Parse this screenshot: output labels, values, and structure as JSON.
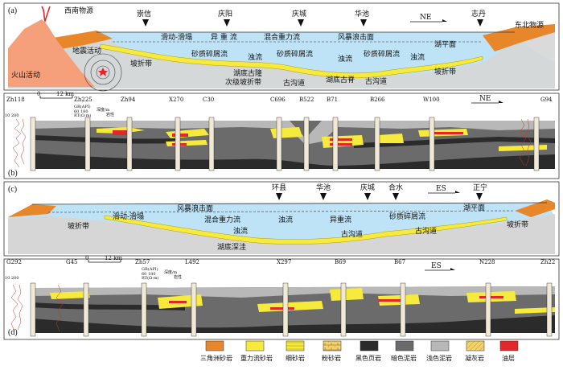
{
  "panel_a": {
    "tag": "(a)",
    "source_sw": "西南物源",
    "source_ne": "东北物源",
    "earthquake": "地震活动",
    "volcano": "火山活动",
    "direction": "NE",
    "towns": [
      "崇信",
      "庆阳",
      "庆城",
      "华池",
      "志丹"
    ],
    "labels": [
      "滑动-滑塌",
      "异 重 流",
      "混合重力流",
      "风暴浪击面",
      "湖平面",
      "砂质碎屑流",
      "砂质碎屑流",
      "浊流",
      "浊流",
      "浊流",
      "砂质碎屑流",
      "坡折带",
      "湖底古隆",
      "次级坡折带",
      "古沟道",
      "湖底古脊",
      "古沟道",
      "坡折带"
    ]
  },
  "panel_b": {
    "tag": "(b)",
    "direction": "NE",
    "scale": "12 km",
    "scale_zero": "0",
    "wells": [
      "Zh118",
      "Zh225",
      "Zh94",
      "X270",
      "C30",
      "C696",
      "B522",
      "B71",
      "B266",
      "W100",
      "G94"
    ],
    "header_gr": "GR(API)",
    "header_rt": "RT(Ω·m)",
    "header_depth": "深度/m",
    "header_lith": "岩性",
    "header_vals_gr": "60  180",
    "header_vals_rt": "10  200"
  },
  "panel_c": {
    "tag": "(c)",
    "direction": "ES",
    "towns": [
      "环县",
      "华池",
      "庆城",
      "合水",
      "正宁"
    ],
    "labels": [
      "风暴浪击面",
      "湖平面",
      "滑动-滑塌",
      "混合重力流",
      "浊流",
      "异重流",
      "砂质碎屑流",
      "浊流",
      "坡折带",
      "古沟道",
      "古沟道",
      "湖底深洼",
      "坡折带"
    ]
  },
  "panel_d": {
    "tag": "(d)",
    "direction": "ES",
    "scale": "12 km",
    "scale_zero": "0",
    "wells": [
      "G292",
      "G45",
      "Zh57",
      "L492",
      "X297",
      "B69",
      "B67",
      "N228",
      "Zh22"
    ],
    "header_gr": "GR(API)",
    "header_rt": "RT(Ω·m)",
    "header_depth": "深度/m",
    "header_lith": "岩性",
    "header_vals_gr": "60  180",
    "header_vals_rt": "10  200"
  },
  "legend": {
    "items": [
      {
        "label": "三角洲砂岩",
        "color": "#e8862a"
      },
      {
        "label": "重力流砂岩",
        "color": "#f6ea3c"
      },
      {
        "label": "细砂岩",
        "color": "#f2c43a"
      },
      {
        "label": "粉砂岩",
        "color": "#e9c25a"
      },
      {
        "label": "黑色页岩",
        "color": "#2b2b2b"
      },
      {
        "label": "暗色泥岩",
        "color": "#6b6b6b"
      },
      {
        "label": "浅色泥岩",
        "color": "#b8b8b8"
      },
      {
        "label": "凝灰岩",
        "color": "#d9c7a7"
      },
      {
        "label": "油层",
        "color": "#e2262a"
      }
    ]
  },
  "colors": {
    "lake": "#bfe3f6",
    "delta": "#e8862a",
    "gravity_sand": "#f6ea3c",
    "shale": "#2b2b2b",
    "mudstone_dark": "#6b6b6b",
    "mudstone_light": "#b8b8b8",
    "oil": "#e2262a",
    "log_curve": "#c0392b"
  }
}
